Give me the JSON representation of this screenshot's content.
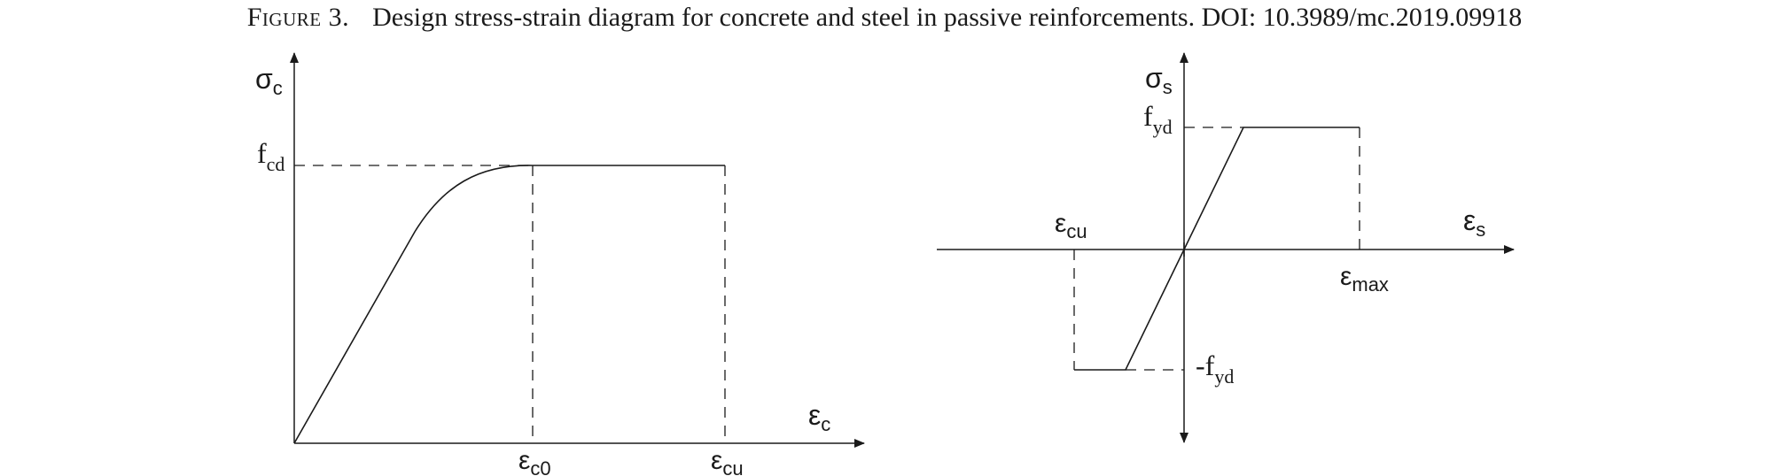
{
  "caption": {
    "label": "Figure 3.",
    "text": "Design stress-strain diagram for concrete and steel in passive reinforcements. DOI: 10.3989/mc.2019.09918"
  },
  "concrete_diagram": {
    "y_axis_label": {
      "base": "σ",
      "sub": "c"
    },
    "x_axis_label": {
      "base": "ε",
      "sub": "c"
    },
    "stress_label": {
      "base": "f",
      "sub": "cd"
    },
    "strain_peak_label": {
      "base": "ε",
      "sub": "c0"
    },
    "strain_ultimate_label": {
      "base": "ε",
      "sub": "cu"
    }
  },
  "steel_diagram": {
    "y_axis_label": {
      "base": "σ",
      "sub": "s"
    },
    "x_axis_label": {
      "base": "ε",
      "sub": "s"
    },
    "yield_pos_label": {
      "base": "f",
      "sub": "yd"
    },
    "yield_neg_label": {
      "base": "-f",
      "sub": "yd"
    },
    "strain_neg_label": {
      "base": "ε",
      "sub": "cu"
    },
    "strain_max_label": {
      "base": "ε",
      "sub": "max"
    }
  }
}
